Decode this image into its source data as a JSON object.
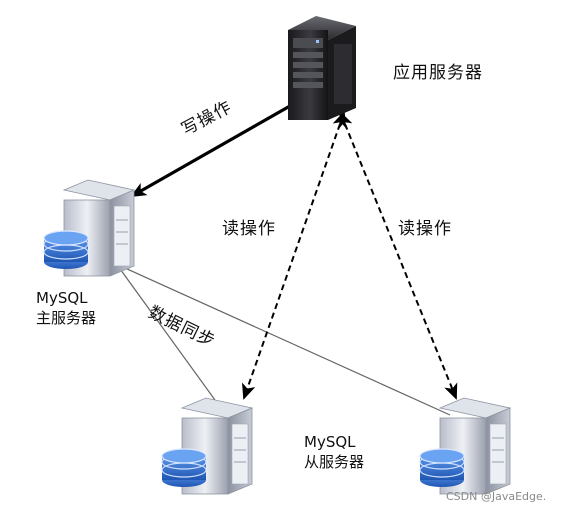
{
  "nodes": {
    "app_server": {
      "label": "应用服务器"
    },
    "mysql_master": {
      "line1": "MySQL",
      "line2": "主服务器"
    },
    "mysql_slaves": {
      "line1": "MySQL",
      "line2": "从服务器"
    }
  },
  "edges": {
    "write": {
      "label": "写操作"
    },
    "read_left": {
      "label": "读操作"
    },
    "read_right": {
      "label": "读操作"
    },
    "sync": {
      "label": "数据同步"
    }
  },
  "watermark": {
    "text": "CSDN @JavaEdge."
  },
  "colors": {
    "server_dark": "#2b2b2f",
    "server_light": "#d9dde6",
    "disk_blue": "#2f6fd0",
    "arrow": "#000000",
    "sync_line": "#555555"
  },
  "icons": {
    "app_server": "server-tower-dark-icon",
    "db_server": "database-server-icon"
  }
}
